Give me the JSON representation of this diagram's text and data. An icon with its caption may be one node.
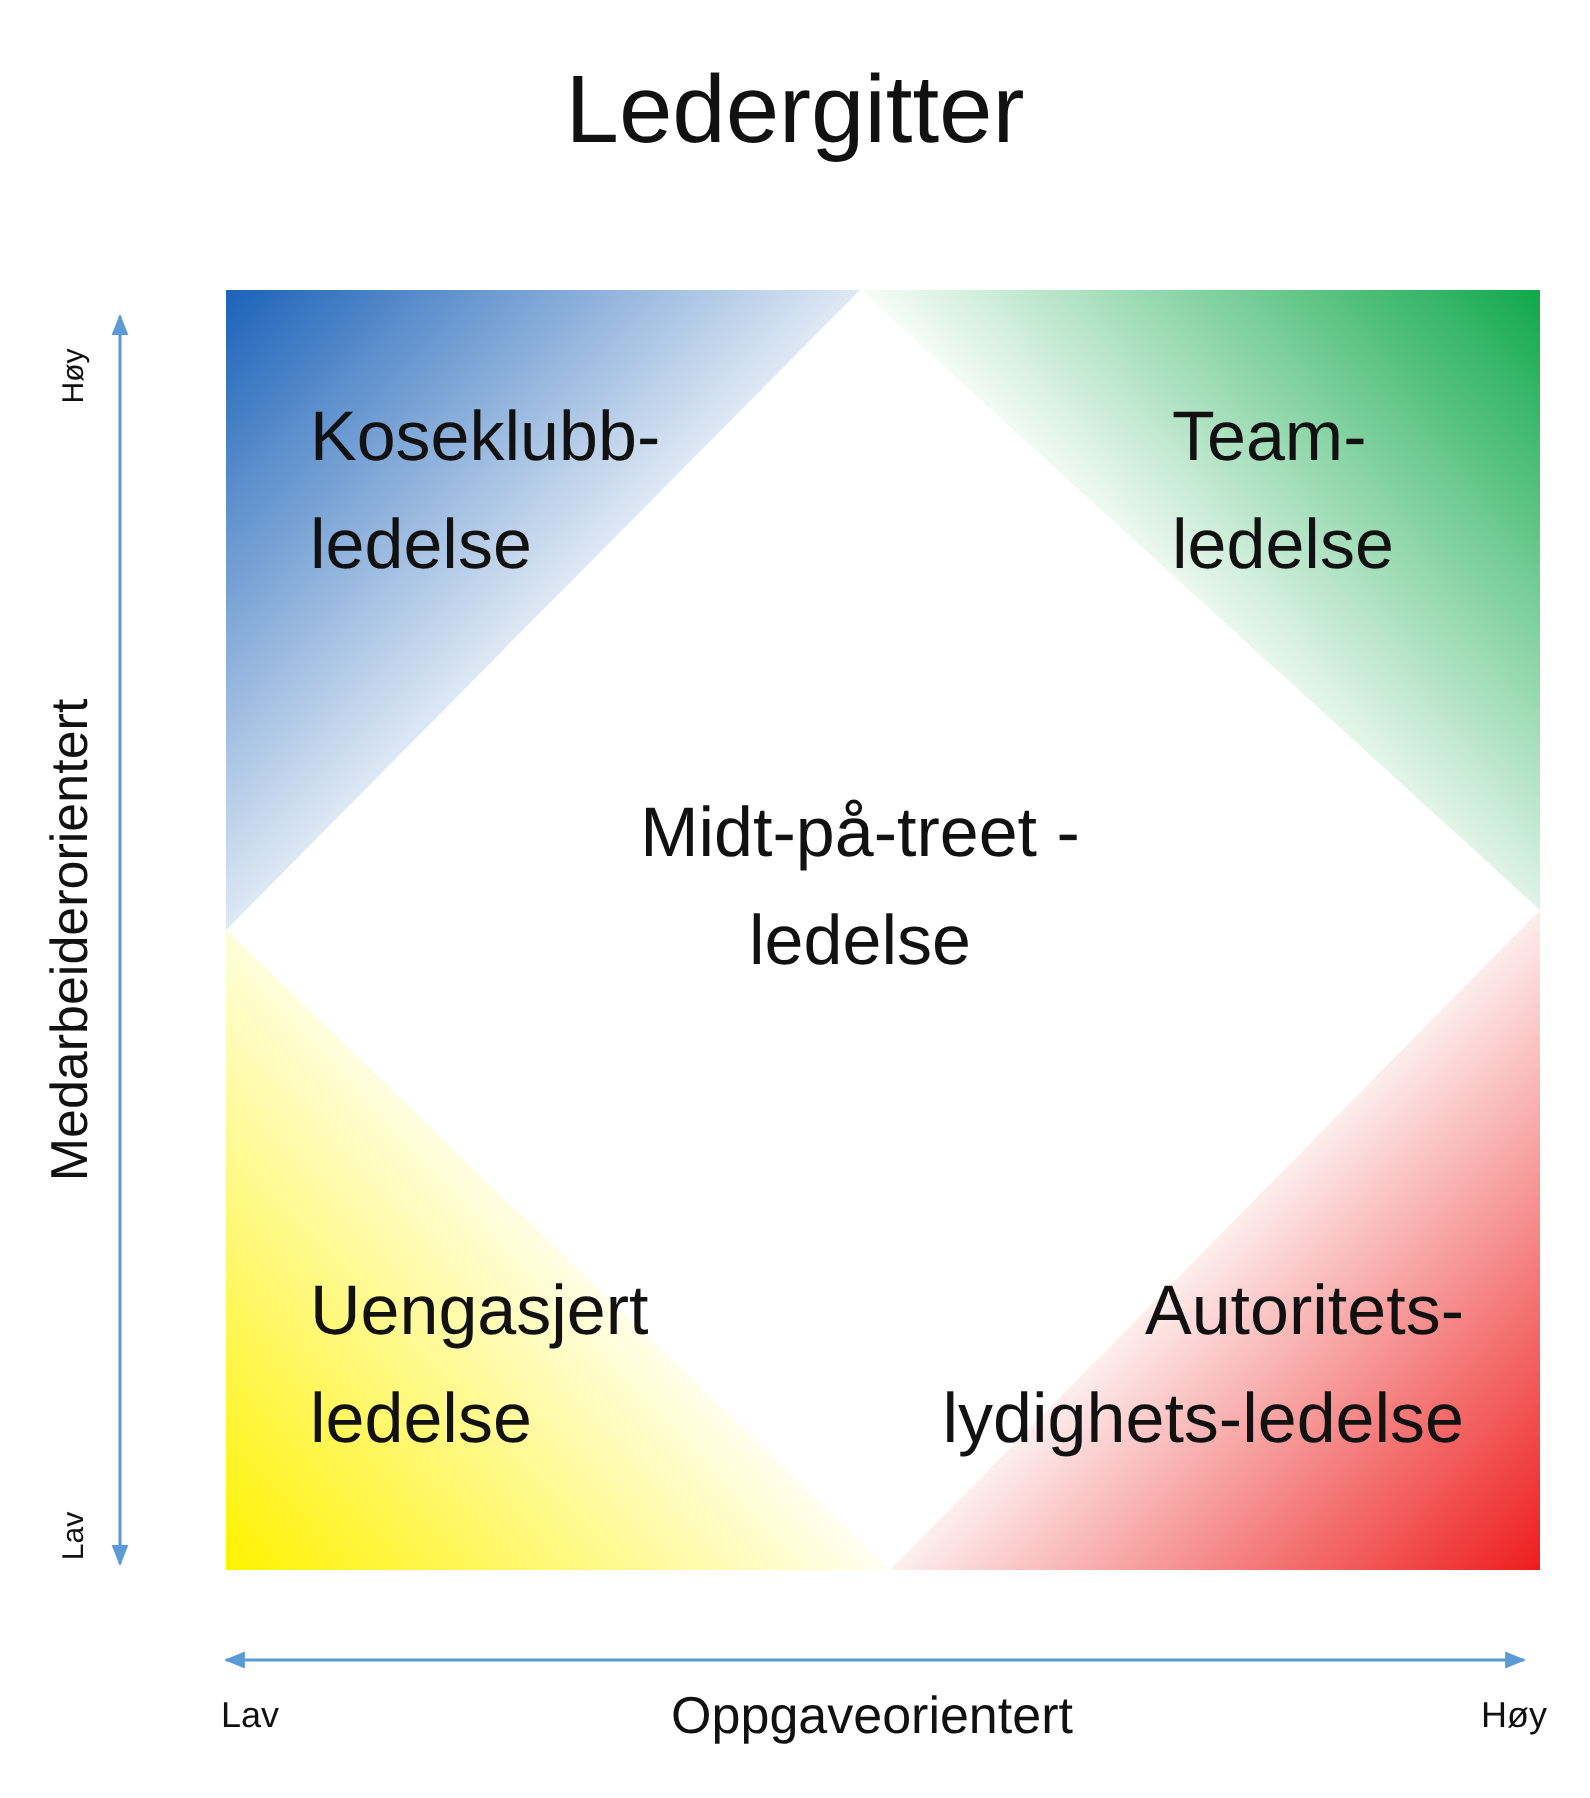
{
  "diagram": {
    "title": "Ledergitter",
    "nodes": [
      {
        "text": [
          "Koseklubb- ledelse"
        ]
      },
      {
        "text": [
          "Team- ledelse"
        ]
      },
      {
        "text": [
          "Midt-på-treet - ledelse"
        ]
      },
      {
        "text": [
          "Uengasjert ledelse"
        ]
      },
      {
        "text": [
          "Autoritets- lydighets-ledelse"
        ]
      }
    ],
    "labels": [
      "Høy",
      "Medarbeiderorientert",
      "Lav",
      "Lav",
      "Oppgaveorientert",
      "Høy"
    ]
  }
}
